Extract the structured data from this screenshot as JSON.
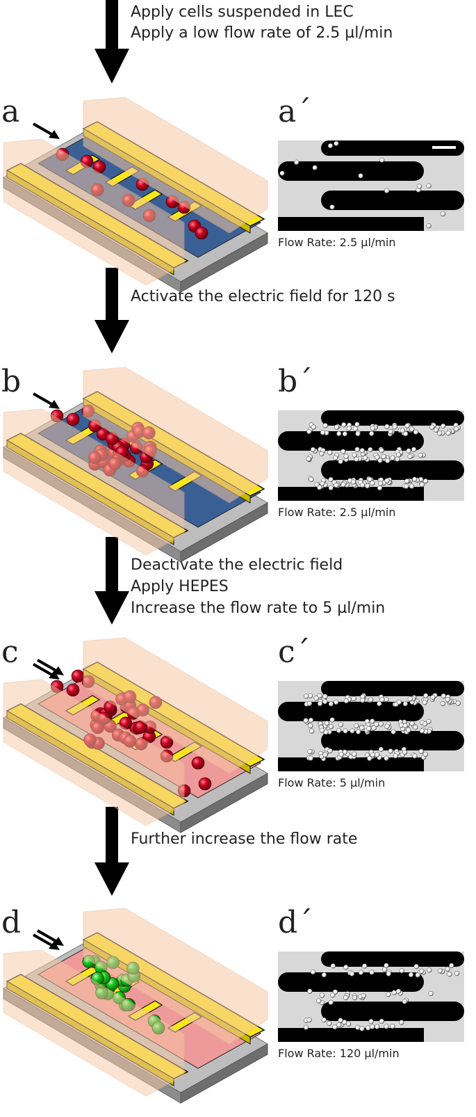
{
  "steps": [
    {
      "lines": [
        "Apply cells suspended in LEC",
        "Apply a low flow rate of 2.5 µl/min"
      ]
    },
    {
      "lines": [
        "Activate  the electric field for 120 s"
      ]
    },
    {
      "lines": [
        "Deactivate the electric field",
        "Apply HEPES",
        "Increase the flow rate to 5 µl/min"
      ]
    },
    {
      "lines": [
        "Further increase the flow rate"
      ]
    }
  ],
  "panels": [
    {
      "label": "a",
      "label_prime": "a´",
      "flow_rate": "Flow Rate: 2.5 µl/min",
      "fluid_color": "#3a5f95",
      "cell_color": "red",
      "flow_arrows": 1,
      "cells_trapped": "few",
      "micro": "sparse"
    },
    {
      "label": "b",
      "label_prime": "b´",
      "flow_rate": "Flow Rate: 2.5 µl/min",
      "fluid_color": "#3a5f95",
      "cell_color": "red",
      "flow_arrows": 1,
      "cells_trapped": "many",
      "micro": "dense"
    },
    {
      "label": "c",
      "label_prime": "c´",
      "flow_rate": "Flow Rate: 5 µl/min",
      "fluid_color": "#ee9a9a",
      "cell_color": "red",
      "flow_arrows": 2,
      "cells_trapped": "many",
      "micro": "dense"
    },
    {
      "label": "d",
      "label_prime": "d´",
      "flow_rate": "Flow Rate: 120 µl/min",
      "fluid_color": "#ee9a9a",
      "cell_color": "green",
      "flow_arrows": 2,
      "cells_trapped": "cluster",
      "micro": "medium"
    }
  ],
  "colors": {
    "electrode": "#f7e61a",
    "electrode_dark": "#c9b800",
    "wall": "#f7c9a5",
    "base": "#a8a8a8",
    "cell_red": "#b0001e",
    "cell_green": "#12c21e",
    "arrow": "#000000",
    "micro_bg": "#d8d8d8"
  }
}
